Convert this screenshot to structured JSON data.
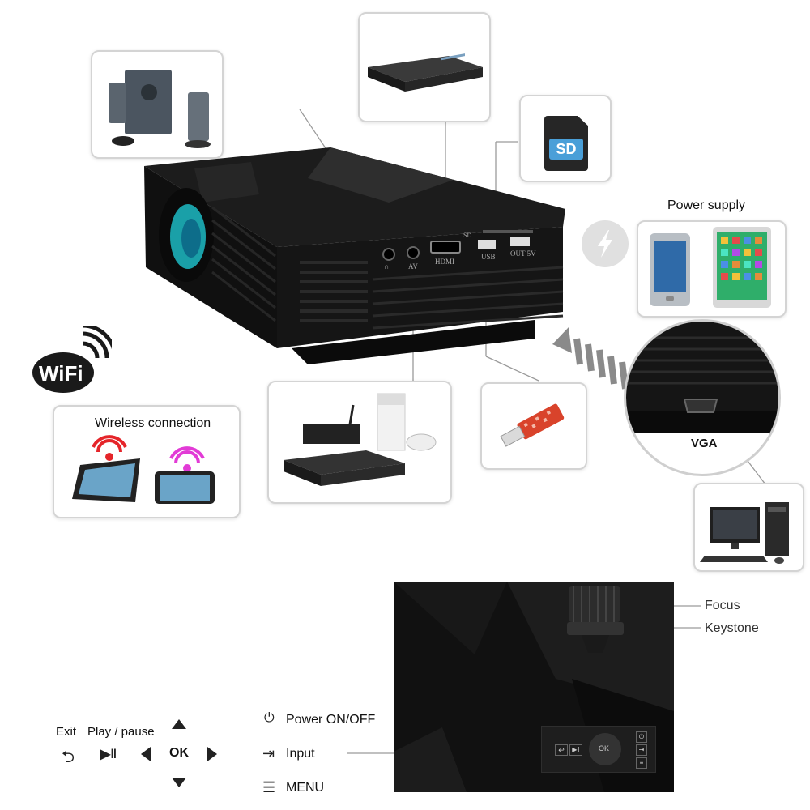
{
  "ports": {
    "audio": "∩",
    "av": "AV",
    "hdmi": "HDMI",
    "usb": "USB",
    "out5v": "OUT 5V",
    "sd": "SD"
  },
  "sd_card": {
    "text": "SD"
  },
  "power_supply": {
    "title": "Power supply"
  },
  "wifi": {
    "logo_text": "WiFi",
    "wireless_title": "Wireless connection"
  },
  "vga": {
    "label": "VGA"
  },
  "top_panel": {
    "focus": "Focus",
    "keystone": "Keystone",
    "ok": "OK"
  },
  "controls": {
    "exit": "Exit",
    "play_pause": "Play / pause",
    "ok": "OK",
    "power": "Power ON/OFF",
    "input": "Input",
    "menu": "MENU"
  },
  "colors": {
    "wifi_red": "#e5252a",
    "wifi_magenta": "#e23bd6",
    "usb_red": "#d9432b",
    "sd_blue": "#4a9fd8"
  }
}
